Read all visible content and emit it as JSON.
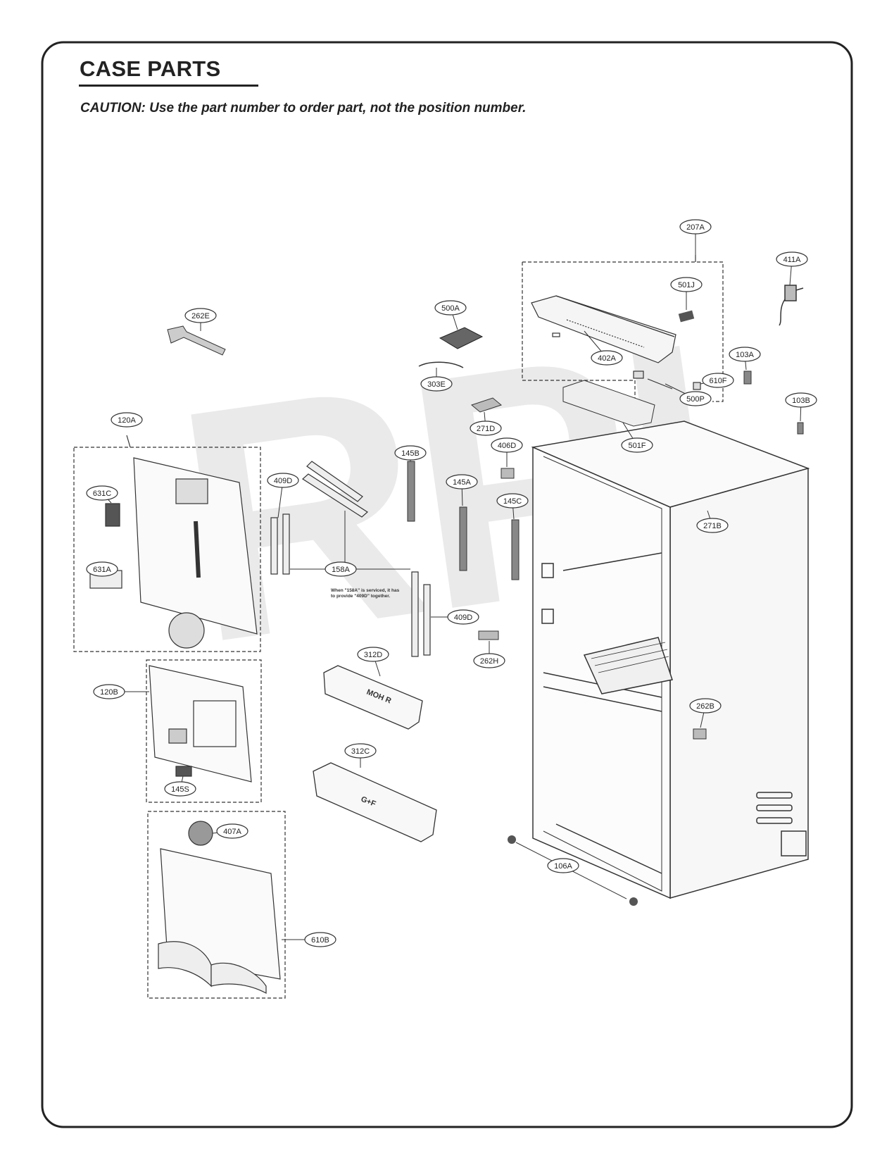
{
  "page": {
    "title": "CASE PARTS",
    "caution": "CAUTION: Use the part number to order part, not the position number."
  },
  "watermark": "RPI",
  "assembly_note": "When \"158A\" is serviced, it has to provide \"409D\" together.",
  "part_labels": {
    "p207A": "207A",
    "p411A": "411A",
    "p501J": "501J",
    "p500A": "500A",
    "p262E": "262E",
    "p402A": "402A",
    "p103A": "103A",
    "p303E": "303E",
    "p610F": "610F",
    "p500P": "500P",
    "p103B": "103B",
    "p271D": "271D",
    "p120A": "120A",
    "p501F": "501F",
    "p406D": "406D",
    "p145B": "145B",
    "p631C": "631C",
    "p409D_top": "409D",
    "p145A": "145A",
    "p145C": "145C",
    "p271B": "271B",
    "p631A": "631A",
    "p158A": "158A",
    "p409D_bottom": "409D",
    "p262H": "262H",
    "p312D": "312D",
    "p120B": "120B",
    "p262B": "262B",
    "p145S": "145S",
    "p312C": "312C",
    "p407A": "407A",
    "p106A": "106A",
    "p610B": "610B"
  },
  "part_markings": {
    "door_bin_upper": "MOH R",
    "door_bin_lower": "G+F"
  }
}
